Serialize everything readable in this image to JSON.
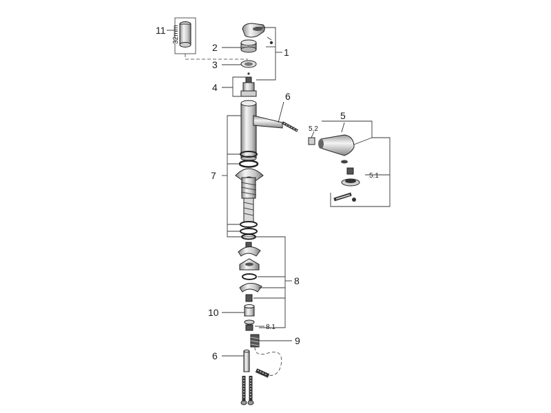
{
  "callouts": {
    "c1": "1",
    "c2": "2",
    "c3": "3",
    "c4": "4",
    "c5": "5",
    "c5_1": "5.1",
    "c5_2": "5.2",
    "c6_top": "6",
    "c6_bottom": "6",
    "c7": "7",
    "c8": "8",
    "c8_1": "8.1",
    "c9": "9",
    "c10": "10",
    "c11": "11"
  },
  "tool_label": "32mm",
  "colors": {
    "line": "#333333",
    "fill": "#f2f2f2",
    "shade": "#9a9a9a",
    "dark": "#3a3a3a"
  }
}
